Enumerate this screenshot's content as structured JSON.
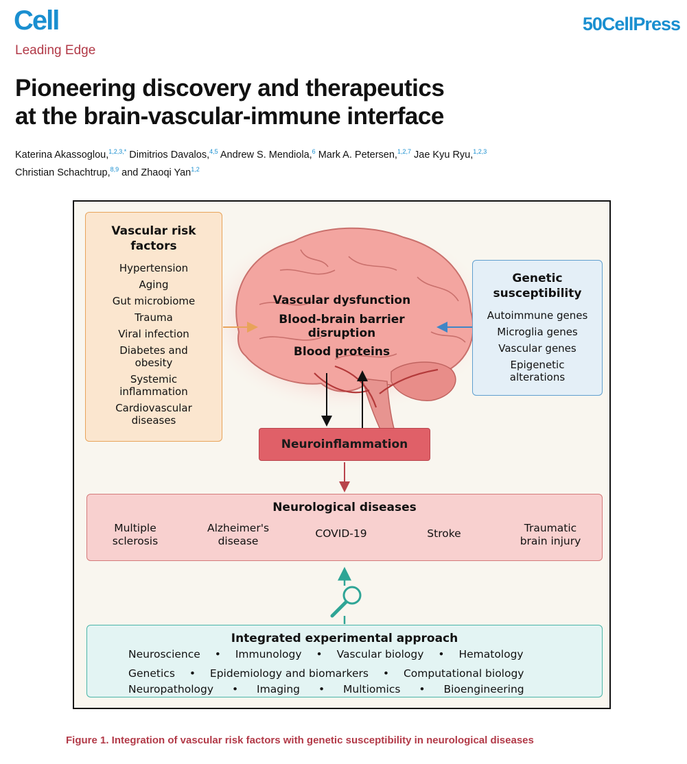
{
  "header": {
    "journal": "Cell",
    "section": "Leading Edge",
    "publisher_prefix": "50",
    "publisher_name": "CellPress"
  },
  "article": {
    "title_line1": "Pioneering discovery and therapeutics",
    "title_line2": "at the brain-vascular-immune interface",
    "authors": [
      {
        "name": "Katerina Akassoglou,",
        "aff": "1,2,3,*"
      },
      {
        "name": " Dimitrios Davalos,",
        "aff": "4,5"
      },
      {
        "name": " Andrew S. Mendiola,",
        "aff": "6"
      },
      {
        "name": " Mark A. Petersen,",
        "aff": "1,2,7"
      },
      {
        "name": " Jae Kyu Ryu,",
        "aff": "1,2,3"
      },
      {
        "name": "Christian Schachtrup,",
        "aff": "8,9"
      },
      {
        "name": " and Zhaoqi Yan",
        "aff": "1,2"
      }
    ]
  },
  "figure": {
    "risk": {
      "title_line1": "Vascular risk",
      "title_line2": "factors",
      "items": [
        "Hypertension",
        "Aging",
        "Gut microbiome",
        "Trauma",
        "Viral infection",
        "Diabetes and",
        "obesity",
        "Systemic",
        "inflammation",
        "Cardiovascular",
        "diseases"
      ]
    },
    "genetic": {
      "title_line1": "Genetic",
      "title_line2": "susceptibility",
      "items": [
        "Autoimmune genes",
        "Microglia genes",
        "Vascular genes",
        "Epigenetic",
        "alterations"
      ]
    },
    "brain": {
      "line1": "Vascular dysfunction",
      "line2": "Blood-brain barrier",
      "line3": "disruption",
      "line4": "Blood proteins"
    },
    "neuroinflammation": "Neuroinflammation",
    "diseases": {
      "title": "Neurological diseases",
      "items": [
        {
          "l1": "Multiple",
          "l2": "sclerosis"
        },
        {
          "l1": "Alzheimer's",
          "l2": "disease"
        },
        {
          "l1": "COVID-19",
          "l2": ""
        },
        {
          "l1": "Stroke",
          "l2": ""
        },
        {
          "l1": "Traumatic",
          "l2": "brain injury"
        }
      ]
    },
    "approach": {
      "title": "Integrated experimental approach",
      "row1": [
        "Neuroscience",
        "Immunology",
        "Vascular biology",
        "Hematology"
      ],
      "row2": [
        "Genetics",
        "Epidemiology and biomarkers",
        "Computational biology"
      ],
      "row3": [
        "Neuropathology",
        "Imaging",
        "Multiomics",
        "Bioengineering"
      ],
      "separator": "•"
    },
    "caption": "Figure 1. Integration of vascular risk factors with genetic susceptibility in neurological diseases",
    "colors": {
      "risk_fill": "#fbe6cf",
      "risk_border": "#e8a35a",
      "genetic_fill": "#e4eff7",
      "genetic_border": "#5f9fcf",
      "neuro_fill": "#e06068",
      "diseases_fill": "#f8d0cf",
      "approach_fill": "#e3f4f3",
      "approach_border": "#49b5a8",
      "brain": "#f3a5a0"
    },
    "icons": [
      "magnifier-icon",
      "brain-illustration"
    ]
  }
}
